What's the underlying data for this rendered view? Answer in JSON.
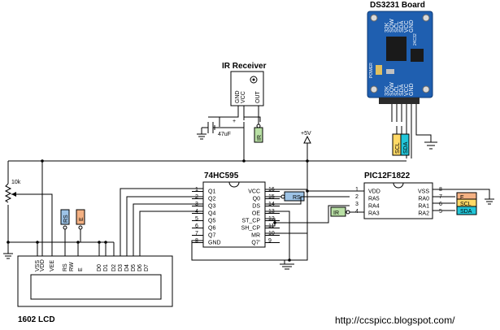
{
  "labels": {
    "rtc_title": "DS3231 Board",
    "ir_title": "IR Receiver",
    "cap_value": "47uF",
    "cap_plus": "+",
    "res_value": "10k",
    "vplus": "+5V",
    "sr_title": "74HC595",
    "mcu_title": "PIC12F1822",
    "lcd_title": "1602 LCD",
    "url": "http://ccspicc.blogspot.com/"
  },
  "ir_pins": [
    "GND",
    "VCC",
    "OUT"
  ],
  "rtc_pins": [
    "32K",
    "SQW",
    "SCL",
    "SDA",
    "VCC",
    "GND"
  ],
  "rtc_side_pins": [
    "32K",
    "SQW",
    "SCL",
    "SDA",
    "VCC",
    "GND"
  ],
  "rtc_power_label": "POWER",
  "rtc_chip_label": "24C32",
  "sr": {
    "left": [
      {
        "name": "Q1",
        "num": "1"
      },
      {
        "name": "Q2",
        "num": "2"
      },
      {
        "name": "Q3",
        "num": "3"
      },
      {
        "name": "Q4",
        "num": "4"
      },
      {
        "name": "Q5",
        "num": "5"
      },
      {
        "name": "Q6",
        "num": "6"
      },
      {
        "name": "Q7",
        "num": "7"
      },
      {
        "name": "GND",
        "num": "8"
      }
    ],
    "right": [
      {
        "name": "VCC",
        "num": "16"
      },
      {
        "name": "Q0",
        "num": "15"
      },
      {
        "name": "DS",
        "num": "14"
      },
      {
        "name": "OE",
        "num": "13"
      },
      {
        "name": "ST_CP",
        "num": "12"
      },
      {
        "name": "SH_CP",
        "num": "11"
      },
      {
        "name": "MR",
        "num": "10"
      },
      {
        "name": "Q7'",
        "num": "9"
      }
    ]
  },
  "mcu": {
    "left": [
      {
        "name": "VDD",
        "num": "1"
      },
      {
        "name": "RA5",
        "num": "2"
      },
      {
        "name": "RA4",
        "num": "3"
      },
      {
        "name": "RA3",
        "num": "4"
      }
    ],
    "right": [
      {
        "name": "VSS",
        "num": "8"
      },
      {
        "name": "RA0",
        "num": "7"
      },
      {
        "name": "RA1",
        "num": "6"
      },
      {
        "name": "RA2",
        "num": "5"
      }
    ]
  },
  "lcd_pins": [
    "VSS",
    "VDD",
    "VEE",
    "RS",
    "RW",
    "E",
    "D0",
    "D1",
    "D2",
    "D3",
    "D4",
    "D5",
    "D6",
    "D7"
  ],
  "net_tags": {
    "ir": "IR",
    "rs": "RS",
    "e": "E",
    "scl": "SCL",
    "sda": "SDA"
  },
  "colors": {
    "board_blue": "#1f5fb0",
    "tag_green": "#b9e0a5",
    "tag_blue": "#9dc3e6",
    "tag_orange": "#f4b183",
    "tag_yellow": "#ffd966",
    "tag_cyan": "#22c5d8"
  }
}
